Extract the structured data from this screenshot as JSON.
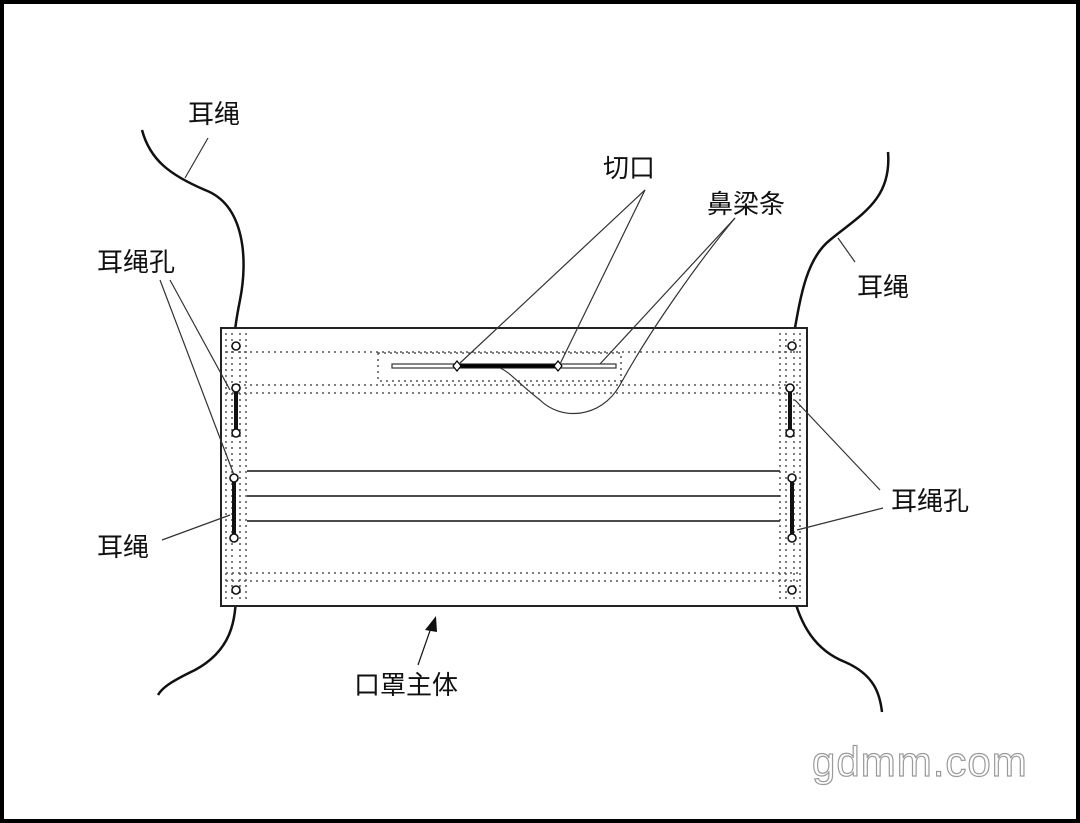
{
  "labels": {
    "ear_rope_top_left": "耳绳",
    "ear_rope_top_right": "耳绳",
    "ear_rope_left": "耳绳",
    "ear_rope_hole_left": "耳绳孔",
    "ear_rope_hole_right": "耳绳孔",
    "cut": "切口",
    "nose_bridge": "鼻梁条",
    "mask_body": "口罩主体"
  },
  "watermark": "gdmm.com",
  "colors": {
    "line": "#111111",
    "dots": "#555555",
    "border": "#000000"
  }
}
